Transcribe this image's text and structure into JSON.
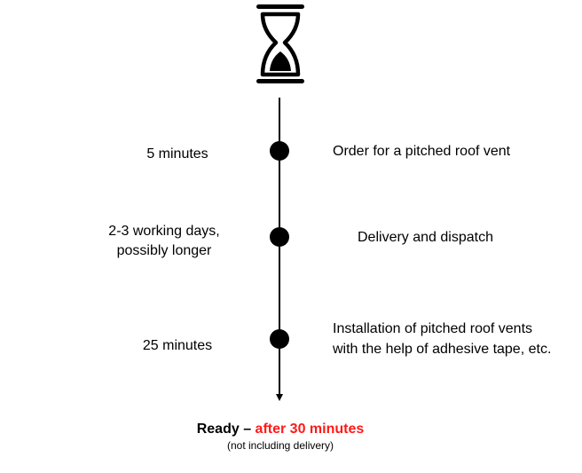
{
  "steps": [
    {
      "time": "5 minutes",
      "desc": "Order for a pitched roof vent"
    },
    {
      "time_line1": "2-3 working days,",
      "time_line2": "possibly longer",
      "desc": "Delivery and dispatch"
    },
    {
      "time": "25 minutes",
      "desc_line1": "Installation of pitched roof vents",
      "desc_line2": "with the help of adhesive tape, etc."
    }
  ],
  "result": {
    "ready": "Ready –",
    "highlight": "after 30 minutes",
    "note": "(not including delivery)",
    "highlight_color": "#ff1a1a"
  }
}
